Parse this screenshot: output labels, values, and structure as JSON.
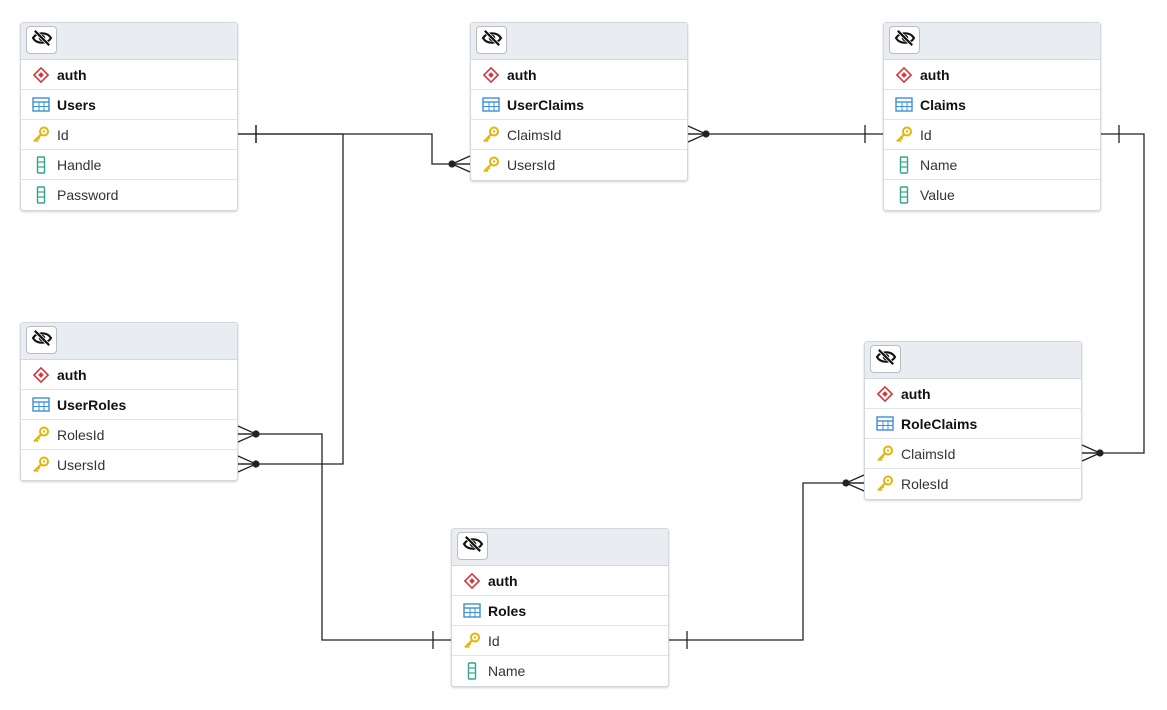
{
  "diagram": {
    "tables": [
      {
        "id": "users",
        "schema": "auth",
        "name": "Users",
        "columns": [
          {
            "name": "Id",
            "kind": "key"
          },
          {
            "name": "Handle",
            "kind": "column"
          },
          {
            "name": "Password",
            "kind": "column"
          }
        ]
      },
      {
        "id": "userclaims",
        "schema": "auth",
        "name": "UserClaims",
        "columns": [
          {
            "name": "ClaimsId",
            "kind": "key"
          },
          {
            "name": "UsersId",
            "kind": "key"
          }
        ]
      },
      {
        "id": "claims",
        "schema": "auth",
        "name": "Claims",
        "columns": [
          {
            "name": "Id",
            "kind": "key"
          },
          {
            "name": "Name",
            "kind": "column"
          },
          {
            "name": "Value",
            "kind": "column"
          }
        ]
      },
      {
        "id": "userroles",
        "schema": "auth",
        "name": "UserRoles",
        "columns": [
          {
            "name": "RolesId",
            "kind": "key"
          },
          {
            "name": "UsersId",
            "kind": "key"
          }
        ]
      },
      {
        "id": "roleclaims",
        "schema": "auth",
        "name": "RoleClaims",
        "columns": [
          {
            "name": "ClaimsId",
            "kind": "key"
          },
          {
            "name": "RolesId",
            "kind": "key"
          }
        ]
      },
      {
        "id": "roles",
        "schema": "auth",
        "name": "Roles",
        "columns": [
          {
            "name": "Id",
            "kind": "key"
          },
          {
            "name": "Name",
            "kind": "column"
          }
        ]
      }
    ],
    "relationships": [
      {
        "from": "users.Id",
        "to": "userclaims.UsersId",
        "from_card": "one",
        "to_card": "many"
      },
      {
        "from": "claims.Id",
        "to": "userclaims.ClaimsId",
        "from_card": "one",
        "to_card": "many"
      },
      {
        "from": "users.Id",
        "to": "userroles.UsersId",
        "from_card": "one",
        "to_card": "many"
      },
      {
        "from": "roles.Id",
        "to": "userroles.RolesId",
        "from_card": "one",
        "to_card": "many"
      },
      {
        "from": "claims.Id",
        "to": "roleclaims.ClaimsId",
        "from_card": "one",
        "to_card": "many"
      },
      {
        "from": "roles.Id",
        "to": "roleclaims.RolesId",
        "from_card": "one",
        "to_card": "many"
      }
    ],
    "icons": {
      "visibility": "eye-slash-icon",
      "schema": "schema-diamond-icon",
      "table": "table-grid-icon",
      "key": "key-icon",
      "column": "column-icon"
    },
    "colors": {
      "schema_icon": "#d2383e",
      "table_icon": "#3d8fd6",
      "key_icon": "#e3b50c",
      "column_icon": "#2ea58a",
      "connector": "#222222",
      "header_bg": "#e9ecf0"
    }
  }
}
